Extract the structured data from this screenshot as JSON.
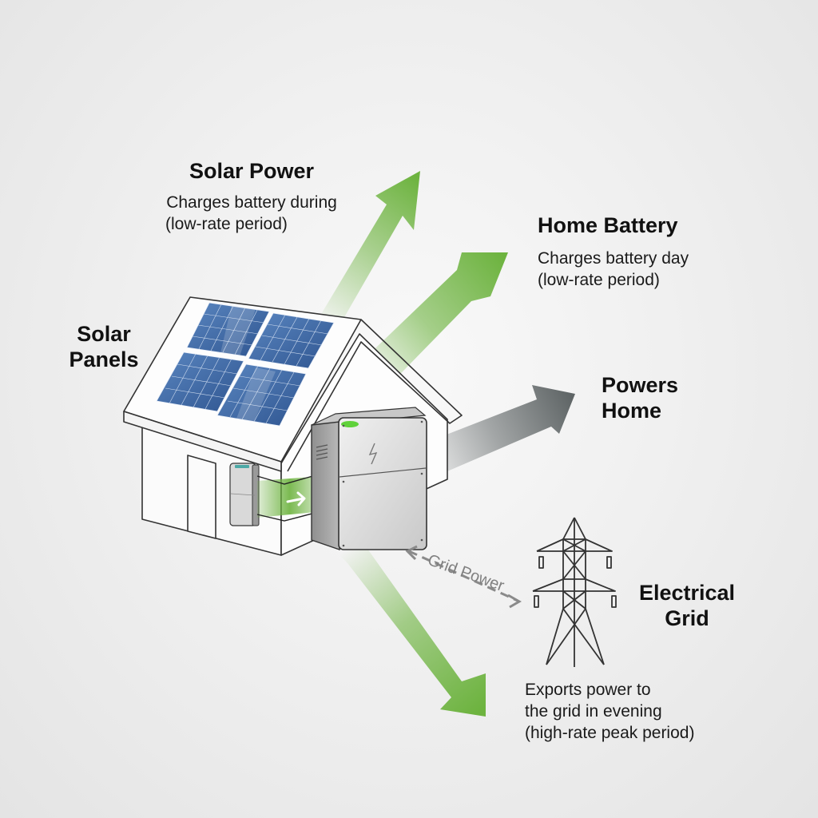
{
  "diagram": {
    "type": "home-solar-battery-energy-flow",
    "colors": {
      "arrow_green": "#6db33f",
      "arrow_gray": "#5f6566",
      "grid_dash": "#8a8a8a",
      "panel_blue": "#3f6aa6",
      "battery_indicator": "#5fd13a",
      "background": "#f1f1f1"
    }
  },
  "labels": {
    "solar_power": {
      "title": "Solar Power",
      "desc_line1": "Charges battery during",
      "desc_line2": "(low-rate period)"
    },
    "home_battery": {
      "title": "Home Battery",
      "desc_line1": "Charges battery day",
      "desc_line2": "(low-rate period)"
    },
    "solar_panels": {
      "line1": "Solar",
      "line2": "Panels"
    },
    "powers_home": {
      "line1": "Powers",
      "line2": "Home"
    },
    "grid_power": "Grid Power",
    "electrical_grid": {
      "line1": "Electrical",
      "line2": "Grid"
    },
    "export": {
      "line1": "Exports power to",
      "line2": "the grid in evening",
      "line3": "(high-rate peak period)"
    }
  }
}
